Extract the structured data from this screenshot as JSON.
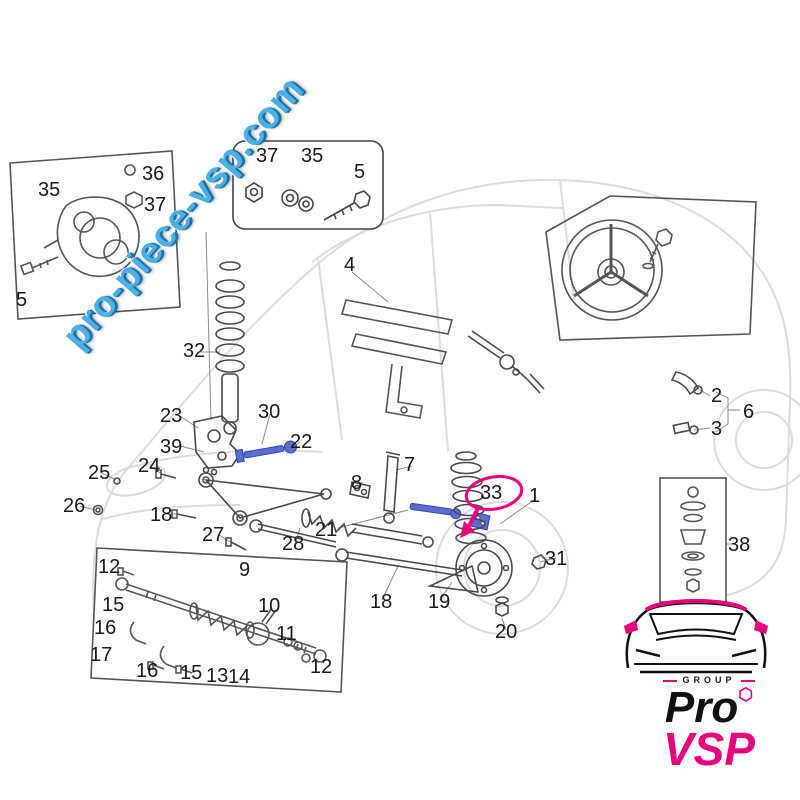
{
  "diagram": {
    "watermark": "pro-piece-vsp.com"
  },
  "logo": {
    "group_label": "GROUP",
    "brand_top": "Pro",
    "brand_bottom": "VSP",
    "hex_glyph": "⬡"
  },
  "highlight": {
    "circled_part": "33",
    "color": "#e6007e"
  },
  "colors": {
    "watermark_blue": "#4db0e2",
    "highlight_pink": "#e6007e",
    "part_blue": "#5b6ed0",
    "line_gray": "#4a4a4a",
    "faint_car": "#dcdcdc"
  },
  "callouts": [
    {
      "label": "35"
    },
    {
      "label": "36"
    },
    {
      "label": "37"
    },
    {
      "label": "5"
    },
    {
      "label": "37"
    },
    {
      "label": "35"
    },
    {
      "label": "5"
    },
    {
      "label": "4"
    },
    {
      "label": "32"
    },
    {
      "label": "23"
    },
    {
      "label": "39"
    },
    {
      "label": "30"
    },
    {
      "label": "22"
    },
    {
      "label": "25"
    },
    {
      "label": "24"
    },
    {
      "label": "26"
    },
    {
      "label": "18"
    },
    {
      "label": "27"
    },
    {
      "label": "28"
    },
    {
      "label": "21"
    },
    {
      "label": "7"
    },
    {
      "label": "8"
    },
    {
      "label": "33"
    },
    {
      "label": "1"
    },
    {
      "label": "31"
    },
    {
      "label": "19"
    },
    {
      "label": "18"
    },
    {
      "label": "20"
    },
    {
      "label": "2"
    },
    {
      "label": "3"
    },
    {
      "label": "6"
    },
    {
      "label": "38"
    },
    {
      "label": "12"
    },
    {
      "label": "9"
    },
    {
      "label": "15"
    },
    {
      "label": "16"
    },
    {
      "label": "10"
    },
    {
      "label": "17"
    },
    {
      "label": "11"
    },
    {
      "label": "16"
    },
    {
      "label": "15"
    },
    {
      "label": "13"
    },
    {
      "label": "14"
    },
    {
      "label": "12"
    }
  ]
}
